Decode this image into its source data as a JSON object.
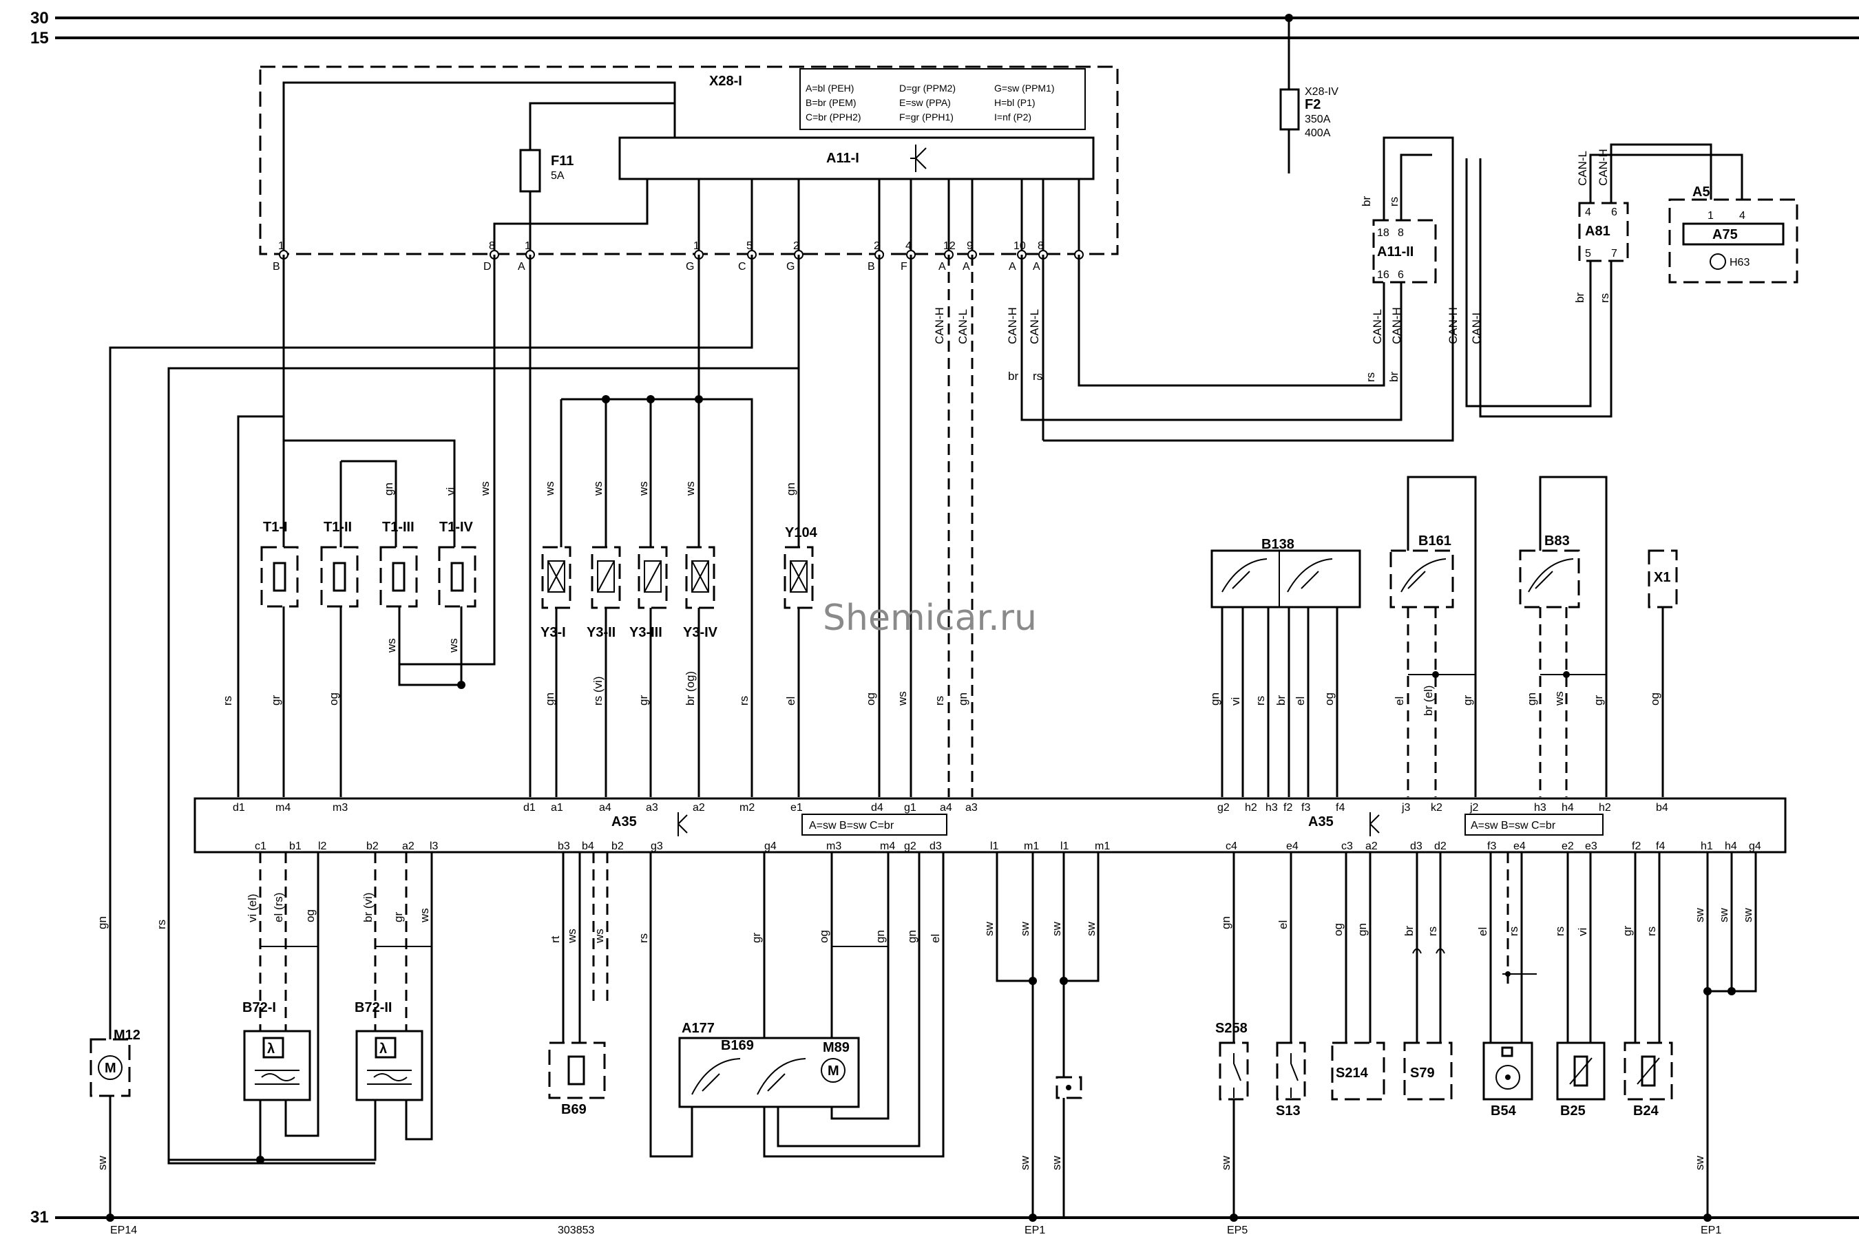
{
  "rails": {
    "r30": "30",
    "r15": "15",
    "r31": "31"
  },
  "ground": {
    "ep14": "EP14",
    "ep1a": "EP1",
    "ep5": "EP5",
    "ep1b": "EP1",
    "doc": "303853"
  },
  "watermark": "Shemicar.ru",
  "x28": {
    "name": "X28-I",
    "legend": [
      "A=bl (PEH)",
      "D=gr (PPM2)",
      "G=sw (PPM1)",
      "B=br (PEM)",
      "E=sw (PPA)",
      "H=bl (P1)",
      "C=br (PPH2)",
      "F=gr (PPH1)",
      "I=nf (P2)"
    ]
  },
  "a11i": "A11-I",
  "f11": {
    "name": "F11",
    "val": "5A"
  },
  "f2": {
    "conn": "X28-IV",
    "name": "F2",
    "v1": "350A",
    "v2": "400A"
  },
  "a11ii": "A11-II",
  "a81": "A81",
  "a5": {
    "name": "A5",
    "inner": "A75",
    "h63": "H63"
  },
  "a35": {
    "name": "A35",
    "legend": "A=sw  B=sw  C=br"
  },
  "comps": {
    "t1i": "T1-I",
    "t1ii": "T1-II",
    "t1iii": "T1-III",
    "t1iv": "T1-IV",
    "y3i": "Y3-I",
    "y3ii": "Y3-II",
    "y3iii": "Y3-III",
    "y3iv": "Y3-IV",
    "y104": "Y104",
    "b138": "B138",
    "b161": "B161",
    "b83": "B83",
    "x1": "X1",
    "m12": "M12",
    "b72i": "B72-I",
    "b72ii": "B72-II",
    "b69": "B69",
    "a177": "A177",
    "b169": "B169",
    "m89": "M89",
    "s258": "S258",
    "s13": "S13",
    "s214": "S214",
    "s79": "S79",
    "b54": "B54",
    "b25": "B25",
    "b24": "B24"
  },
  "can": {
    "h": "CAN-H",
    "l": "CAN-L"
  }
}
